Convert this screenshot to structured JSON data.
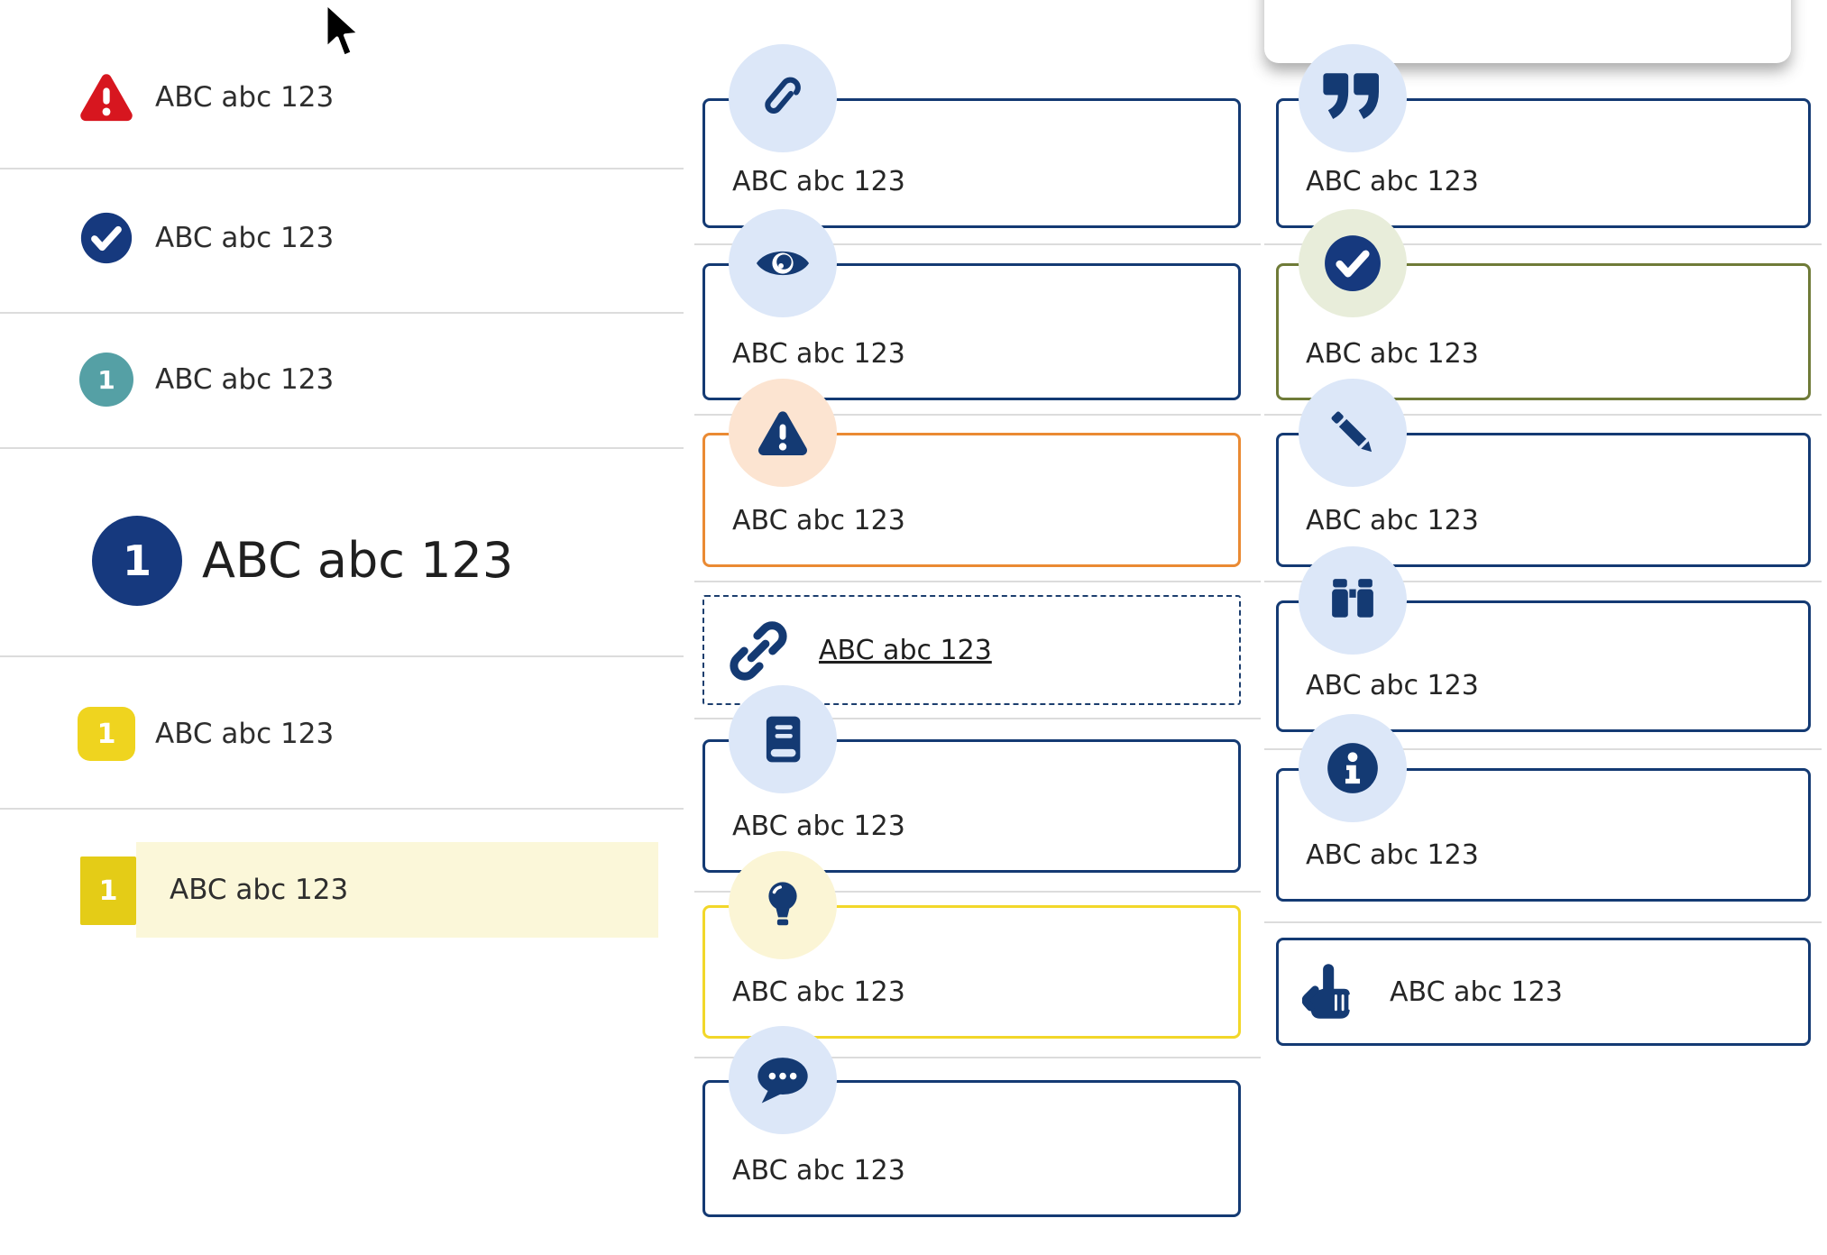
{
  "colors": {
    "navy": "#143a73",
    "red": "#d7161f",
    "teal": "#55a0a5",
    "yellow_badge": "#efd41f",
    "yellow_badge_selected": "#e4cc17",
    "row_highlight_bg": "#fbf7d9",
    "orange_border": "#ea8a33",
    "yellow_border": "#f2d729",
    "olive_border": "#6f7b38",
    "icon_circle_blue": "#dce7f8",
    "icon_circle_peach": "#fce4d1",
    "icon_circle_paleyellow": "#fbf5d5",
    "icon_circle_sage": "#e8edda"
  },
  "left_list": {
    "items": [
      {
        "icon": "alert-triangle-icon",
        "label": "ABC abc 123"
      },
      {
        "icon": "check-circle-icon",
        "label": "ABC abc 123"
      },
      {
        "icon": "numbered-circle-teal",
        "number": "1",
        "label": "ABC abc 123"
      },
      {
        "icon": "numbered-circle-navy-large",
        "number": "1",
        "label": "ABC abc 123"
      },
      {
        "icon": "numbered-square-yellow",
        "number": "1",
        "label": "ABC abc 123"
      },
      {
        "icon": "numbered-square-yellow-selected",
        "number": "1",
        "label": "ABC abc 123",
        "highlighted": true
      }
    ]
  },
  "middle_column": {
    "cards": [
      {
        "icon": "paperclip-icon",
        "variant": "navy",
        "label": "ABC abc 123"
      },
      {
        "icon": "eye-icon",
        "variant": "navy",
        "label": "ABC abc 123"
      },
      {
        "icon": "alert-triangle-icon",
        "variant": "orange",
        "label": "ABC abc 123"
      },
      {
        "icon": "link-icon",
        "variant": "dashed-link",
        "label": "ABC abc 123"
      },
      {
        "icon": "book-icon",
        "variant": "navy",
        "label": "ABC abc 123"
      },
      {
        "icon": "lightbulb-icon",
        "variant": "yellow",
        "label": "ABC abc 123"
      },
      {
        "icon": "chat-bubble-icon",
        "variant": "navy",
        "label": "ABC abc 123"
      }
    ]
  },
  "right_column": {
    "cards": [
      {
        "icon": "quote-icon",
        "variant": "navy",
        "label": "ABC abc 123"
      },
      {
        "icon": "check-circle-icon",
        "variant": "green",
        "label": "ABC abc 123"
      },
      {
        "icon": "pencil-icon",
        "variant": "navy",
        "label": "ABC abc 123"
      },
      {
        "icon": "binoculars-icon",
        "variant": "navy",
        "label": "ABC abc 123"
      },
      {
        "icon": "info-icon",
        "variant": "navy",
        "label": "ABC abc 123"
      },
      {
        "icon": "hand-pointer-icon",
        "variant": "navy-inline",
        "label": "ABC abc 123"
      }
    ]
  }
}
